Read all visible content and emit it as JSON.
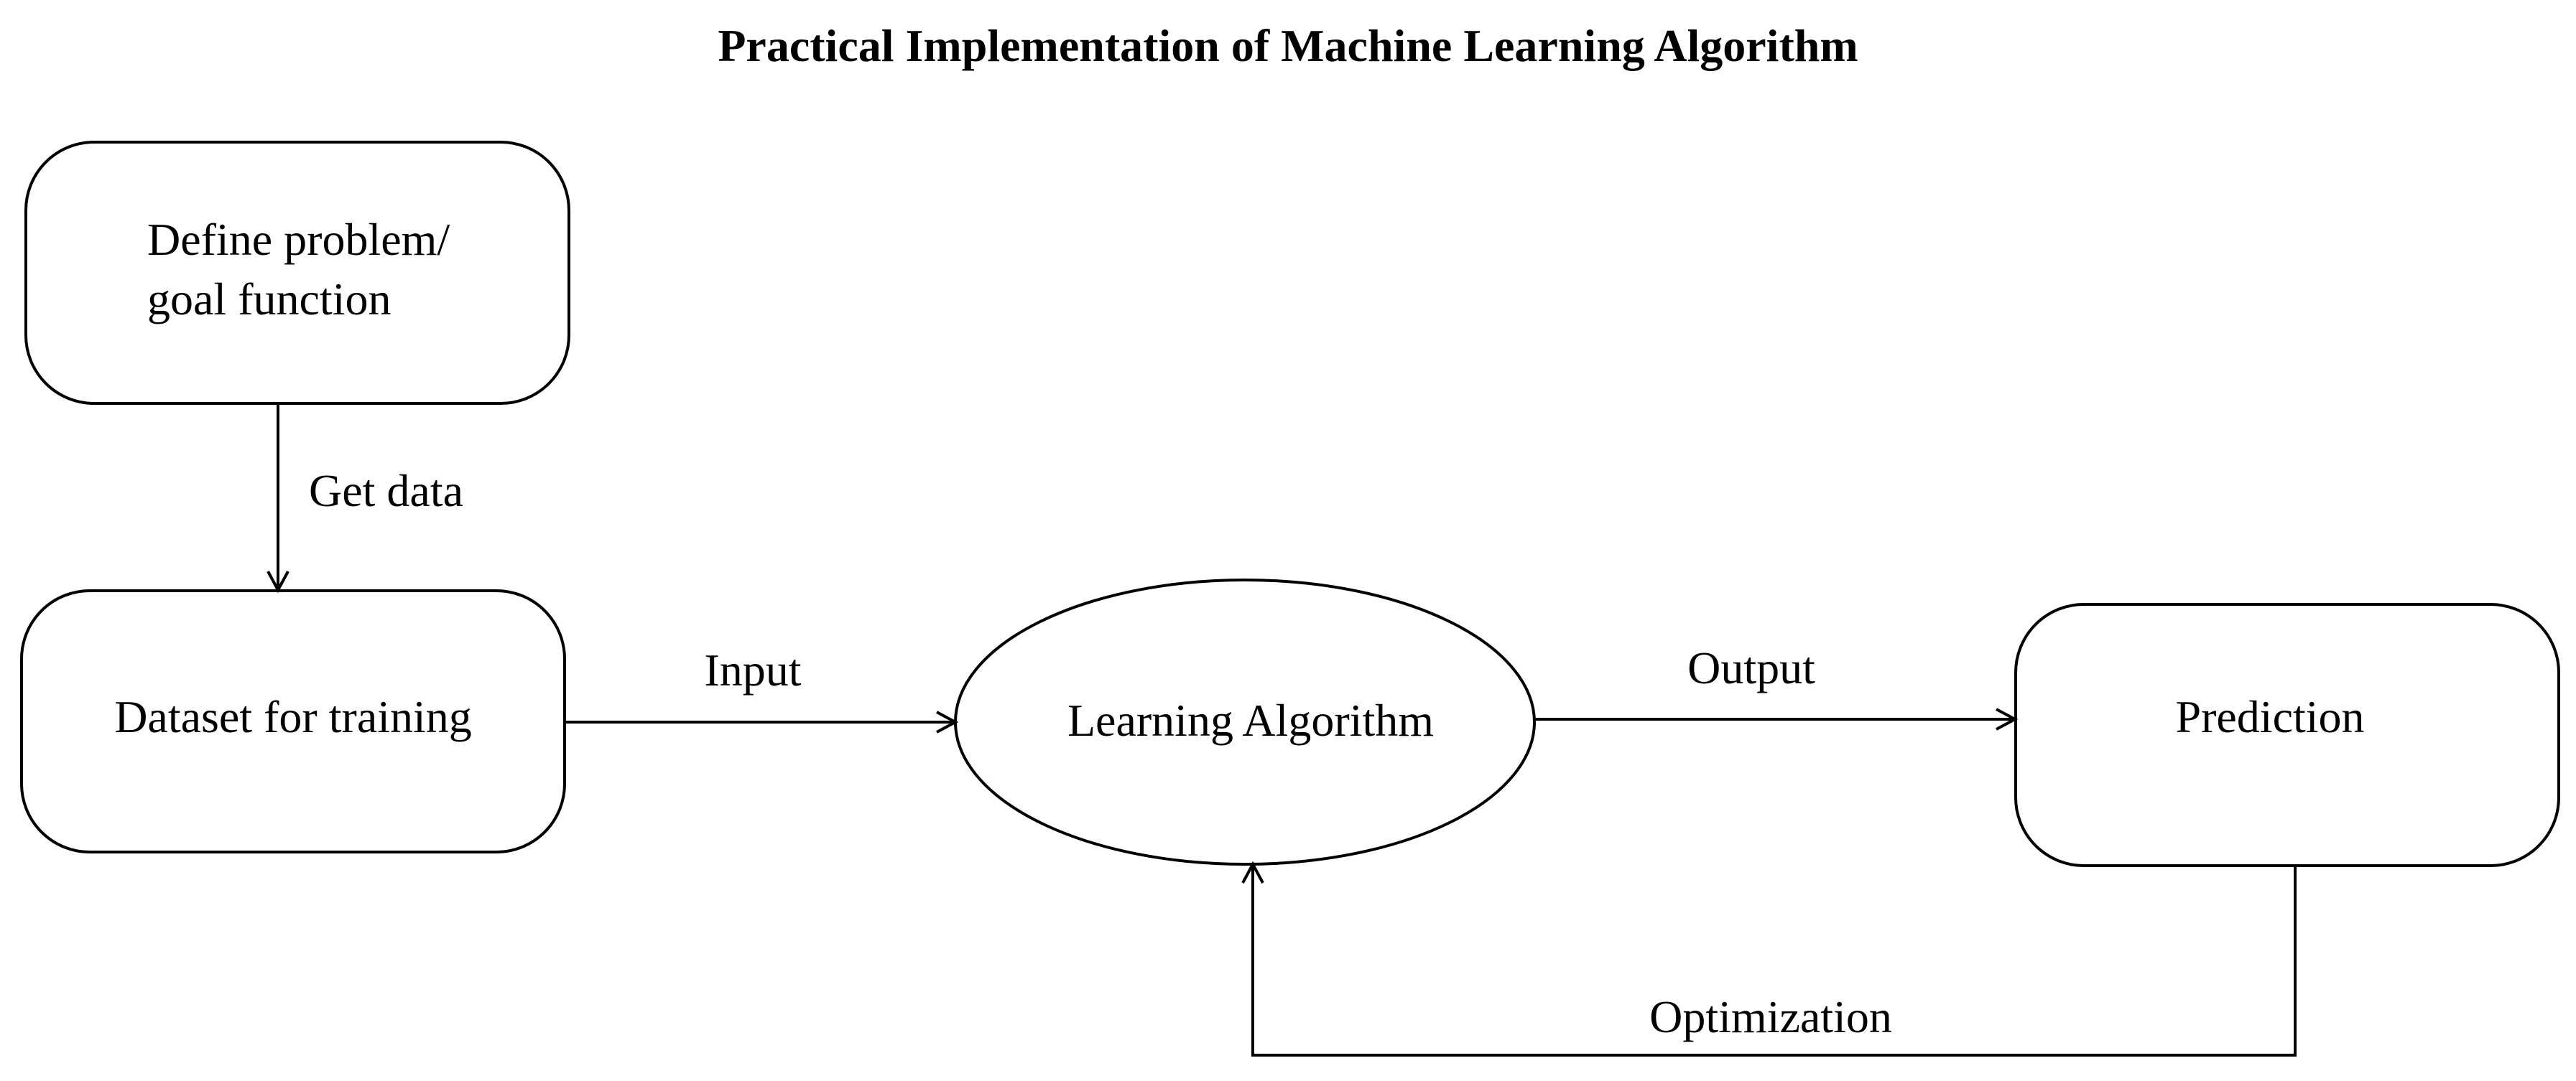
{
  "title": "Practical Implementation of Machine Learning Algorithm",
  "nodes": {
    "define": {
      "line1": "Define problem/",
      "line2": "goal function"
    },
    "dataset": {
      "label": "Dataset for training"
    },
    "algorithm": {
      "label": "Learning Algorithm"
    },
    "prediction": {
      "label": "Prediction"
    }
  },
  "edges": {
    "get_data": "Get data",
    "input": "Input",
    "output": "Output",
    "optimization": "Optimization"
  }
}
